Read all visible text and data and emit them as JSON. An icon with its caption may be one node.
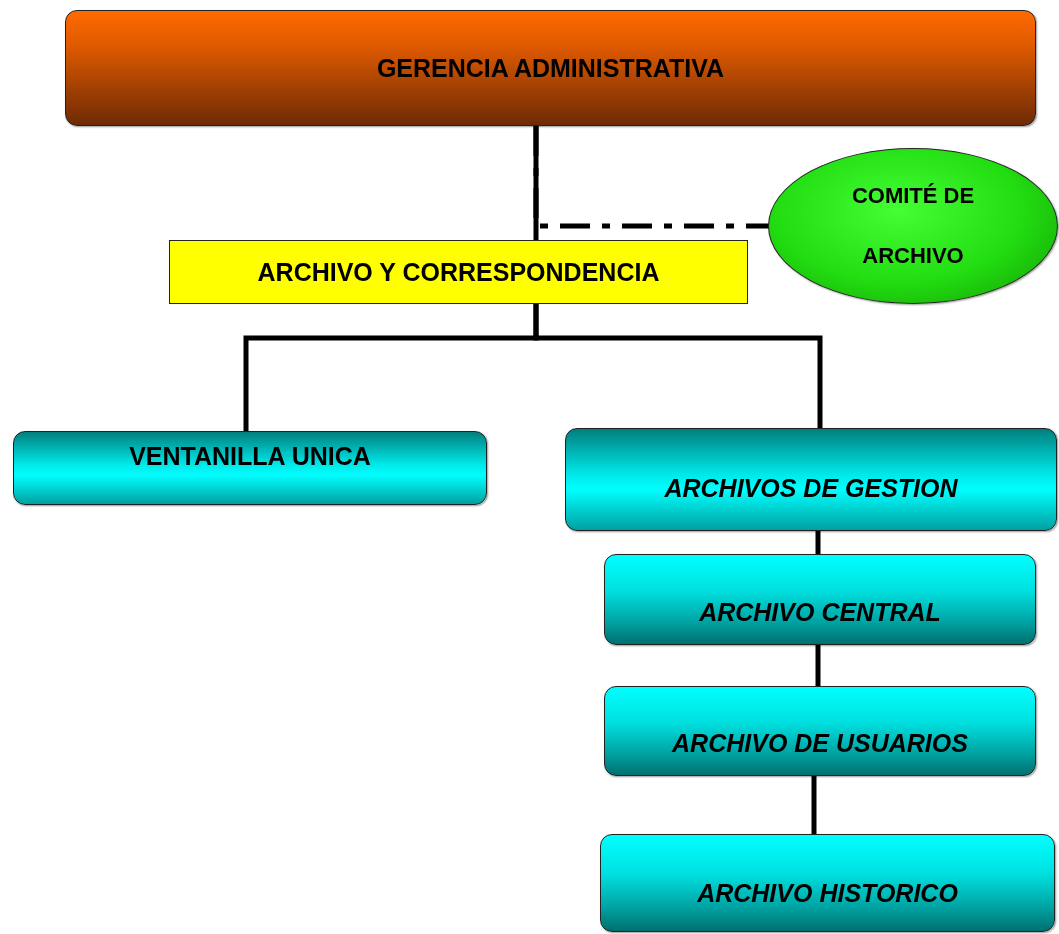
{
  "diagram": {
    "nodes": [
      {
        "text": [
          "GERENCIA ADMINISTRATIVA"
        ]
      },
      {
        "text": [
          "COMITÉ DE ARCHIVO"
        ]
      },
      {
        "text": [
          "ARCHIVO Y CORRESPONDENCIA"
        ]
      },
      {
        "text": [
          "VENTANILLA UNICA"
        ]
      },
      {
        "text": [
          "ARCHIVOS DE GESTION"
        ]
      },
      {
        "text": [
          "ARCHIVO CENTRAL"
        ]
      },
      {
        "text": [
          "ARCHIVO DE USUARIOS"
        ]
      },
      {
        "text": [
          "ARCHIVO HISTORICO"
        ]
      }
    ],
    "edges": [
      {
        "from": 0,
        "to": 2,
        "arrow": "none"
      },
      {
        "from": 0,
        "to": 1,
        "arrow": "none",
        "style": "dashed"
      },
      {
        "from": 2,
        "to": 3,
        "arrow": "none"
      },
      {
        "from": 2,
        "to": 4,
        "arrow": "none"
      },
      {
        "from": 4,
        "to": 5,
        "arrow": "none"
      },
      {
        "from": 5,
        "to": 6,
        "arrow": "none"
      },
      {
        "from": 6,
        "to": 7,
        "arrow": "none"
      }
    ]
  }
}
